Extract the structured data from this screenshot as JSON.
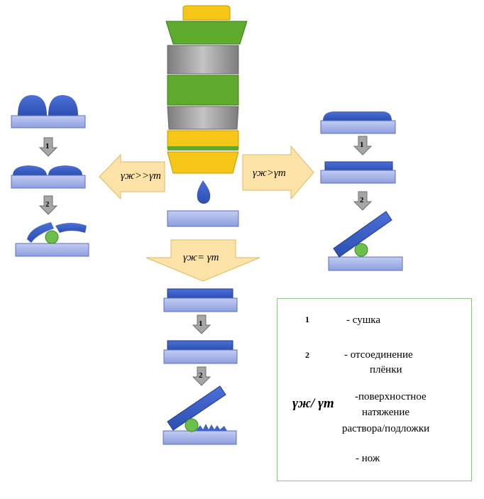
{
  "arrows": {
    "left_label": "γж>>γт",
    "right_label": "γж>γт",
    "down_label": "γж= γт"
  },
  "steps": {
    "one": "1",
    "two": "2"
  },
  "legend": {
    "drying": "- сушка",
    "detach_line1": "- отсоединение",
    "detach_line2": "плёнки",
    "symbol": "γж/ γт",
    "tension_line1": "-поверхностное",
    "tension_line2": "натяжение",
    "tension_line3": "раствора/подложки",
    "knife": "- нож"
  },
  "colors": {
    "film": "#3f63c8",
    "substrate": "#a7b4e8",
    "arrow_fill": "#fde3a7",
    "knife": "#6cbf4a",
    "step_arrow": "#a6a6a6",
    "nozzle_yellow": "#f5c518",
    "nozzle_green": "#5daa2c",
    "nozzle_gray": "#a6a6a6"
  }
}
